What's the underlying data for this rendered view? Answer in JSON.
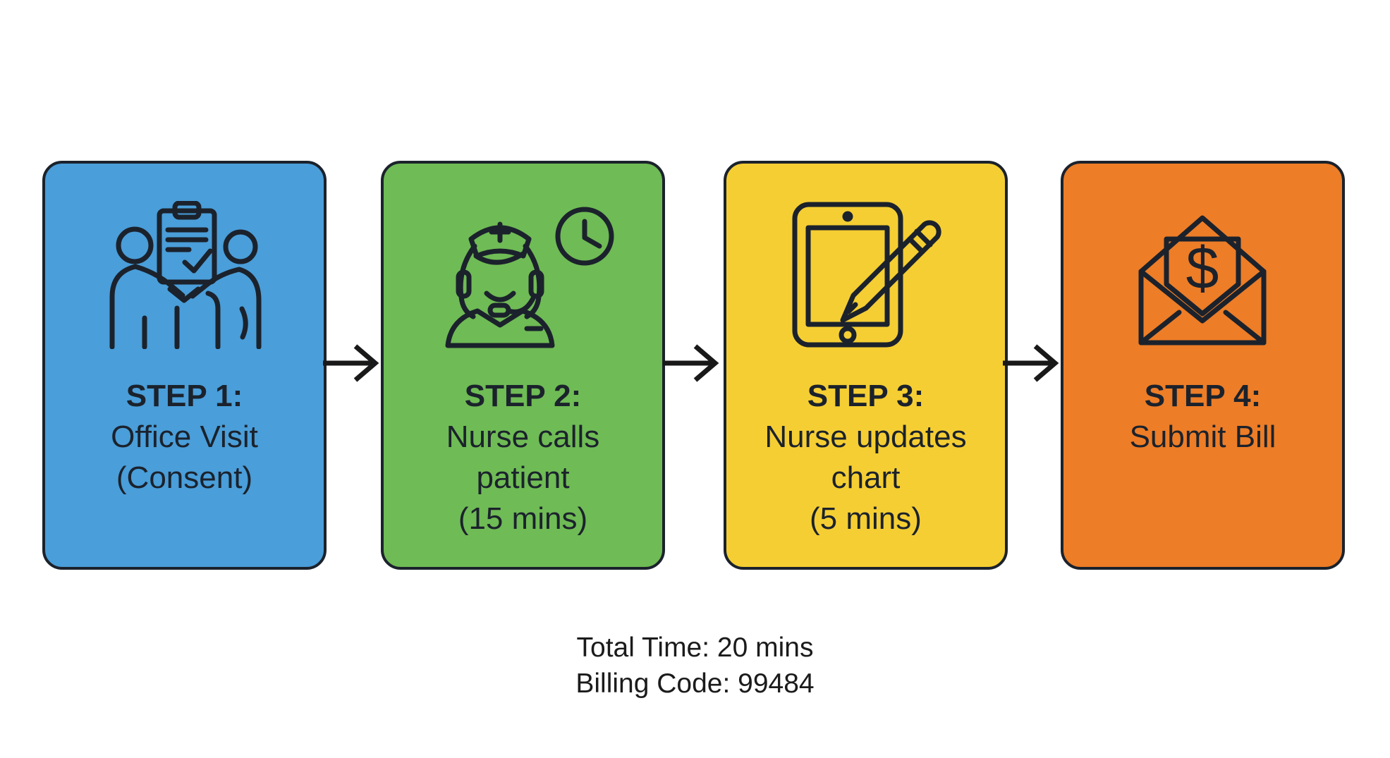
{
  "steps": [
    {
      "title": "STEP 1:",
      "lines": [
        "Office Visit",
        "(Consent)"
      ],
      "color": "#4A9ED9",
      "icon": "handshake-consent"
    },
    {
      "title": "STEP 2:",
      "lines": [
        "Nurse calls",
        "patient",
        "(15 mins)"
      ],
      "color": "#6FBB55",
      "icon": "nurse-headset-clock"
    },
    {
      "title": "STEP 3:",
      "lines": [
        "Nurse updates",
        "chart",
        "(5 mins)"
      ],
      "color": "#F5CE33",
      "icon": "tablet-pencil"
    },
    {
      "title": "STEP 4:",
      "lines": [
        "Submit Bill"
      ],
      "color": "#ED7D27",
      "icon": "envelope-dollar"
    }
  ],
  "footer": {
    "line1": "Total Time: 20 mins",
    "line2": "Billing Code: 99484"
  },
  "colors": {
    "outline": "#1B222C",
    "arrow": "#191919",
    "text": "#1B222C",
    "background": "#FFFFFF"
  }
}
